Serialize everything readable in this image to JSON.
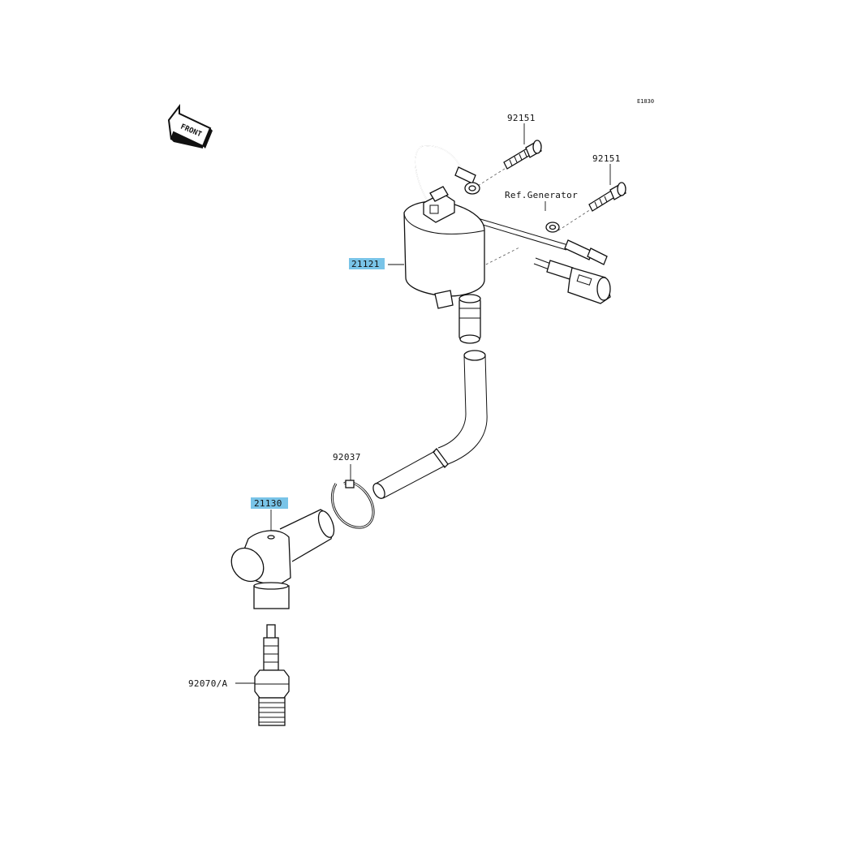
{
  "diagram": {
    "code": "E1830",
    "front_label": "FRONT",
    "colors": {
      "highlight": "#79c4e8",
      "line": "#111111",
      "background": "#ffffff"
    },
    "callouts": {
      "bolt_top": "92151",
      "bolt_right": "92151",
      "ref_generator": "Ref.Generator",
      "ignition_coil": "21121",
      "clamp": "92037",
      "plug_cap": "21130",
      "spark_plug": "92070/A"
    },
    "highlighted_parts": [
      "21121",
      "21130"
    ]
  }
}
